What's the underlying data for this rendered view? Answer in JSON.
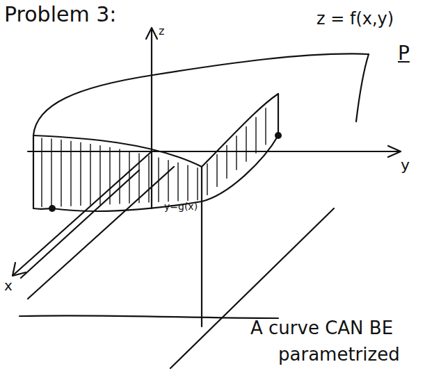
{
  "diagram": {
    "labels": [
      "Problem 3:",
      "z = f(x,y)",
      "P",
      "z",
      "y",
      "x",
      "y=g(x)",
      "A curve CAN BE",
      "parametrized"
    ]
  }
}
